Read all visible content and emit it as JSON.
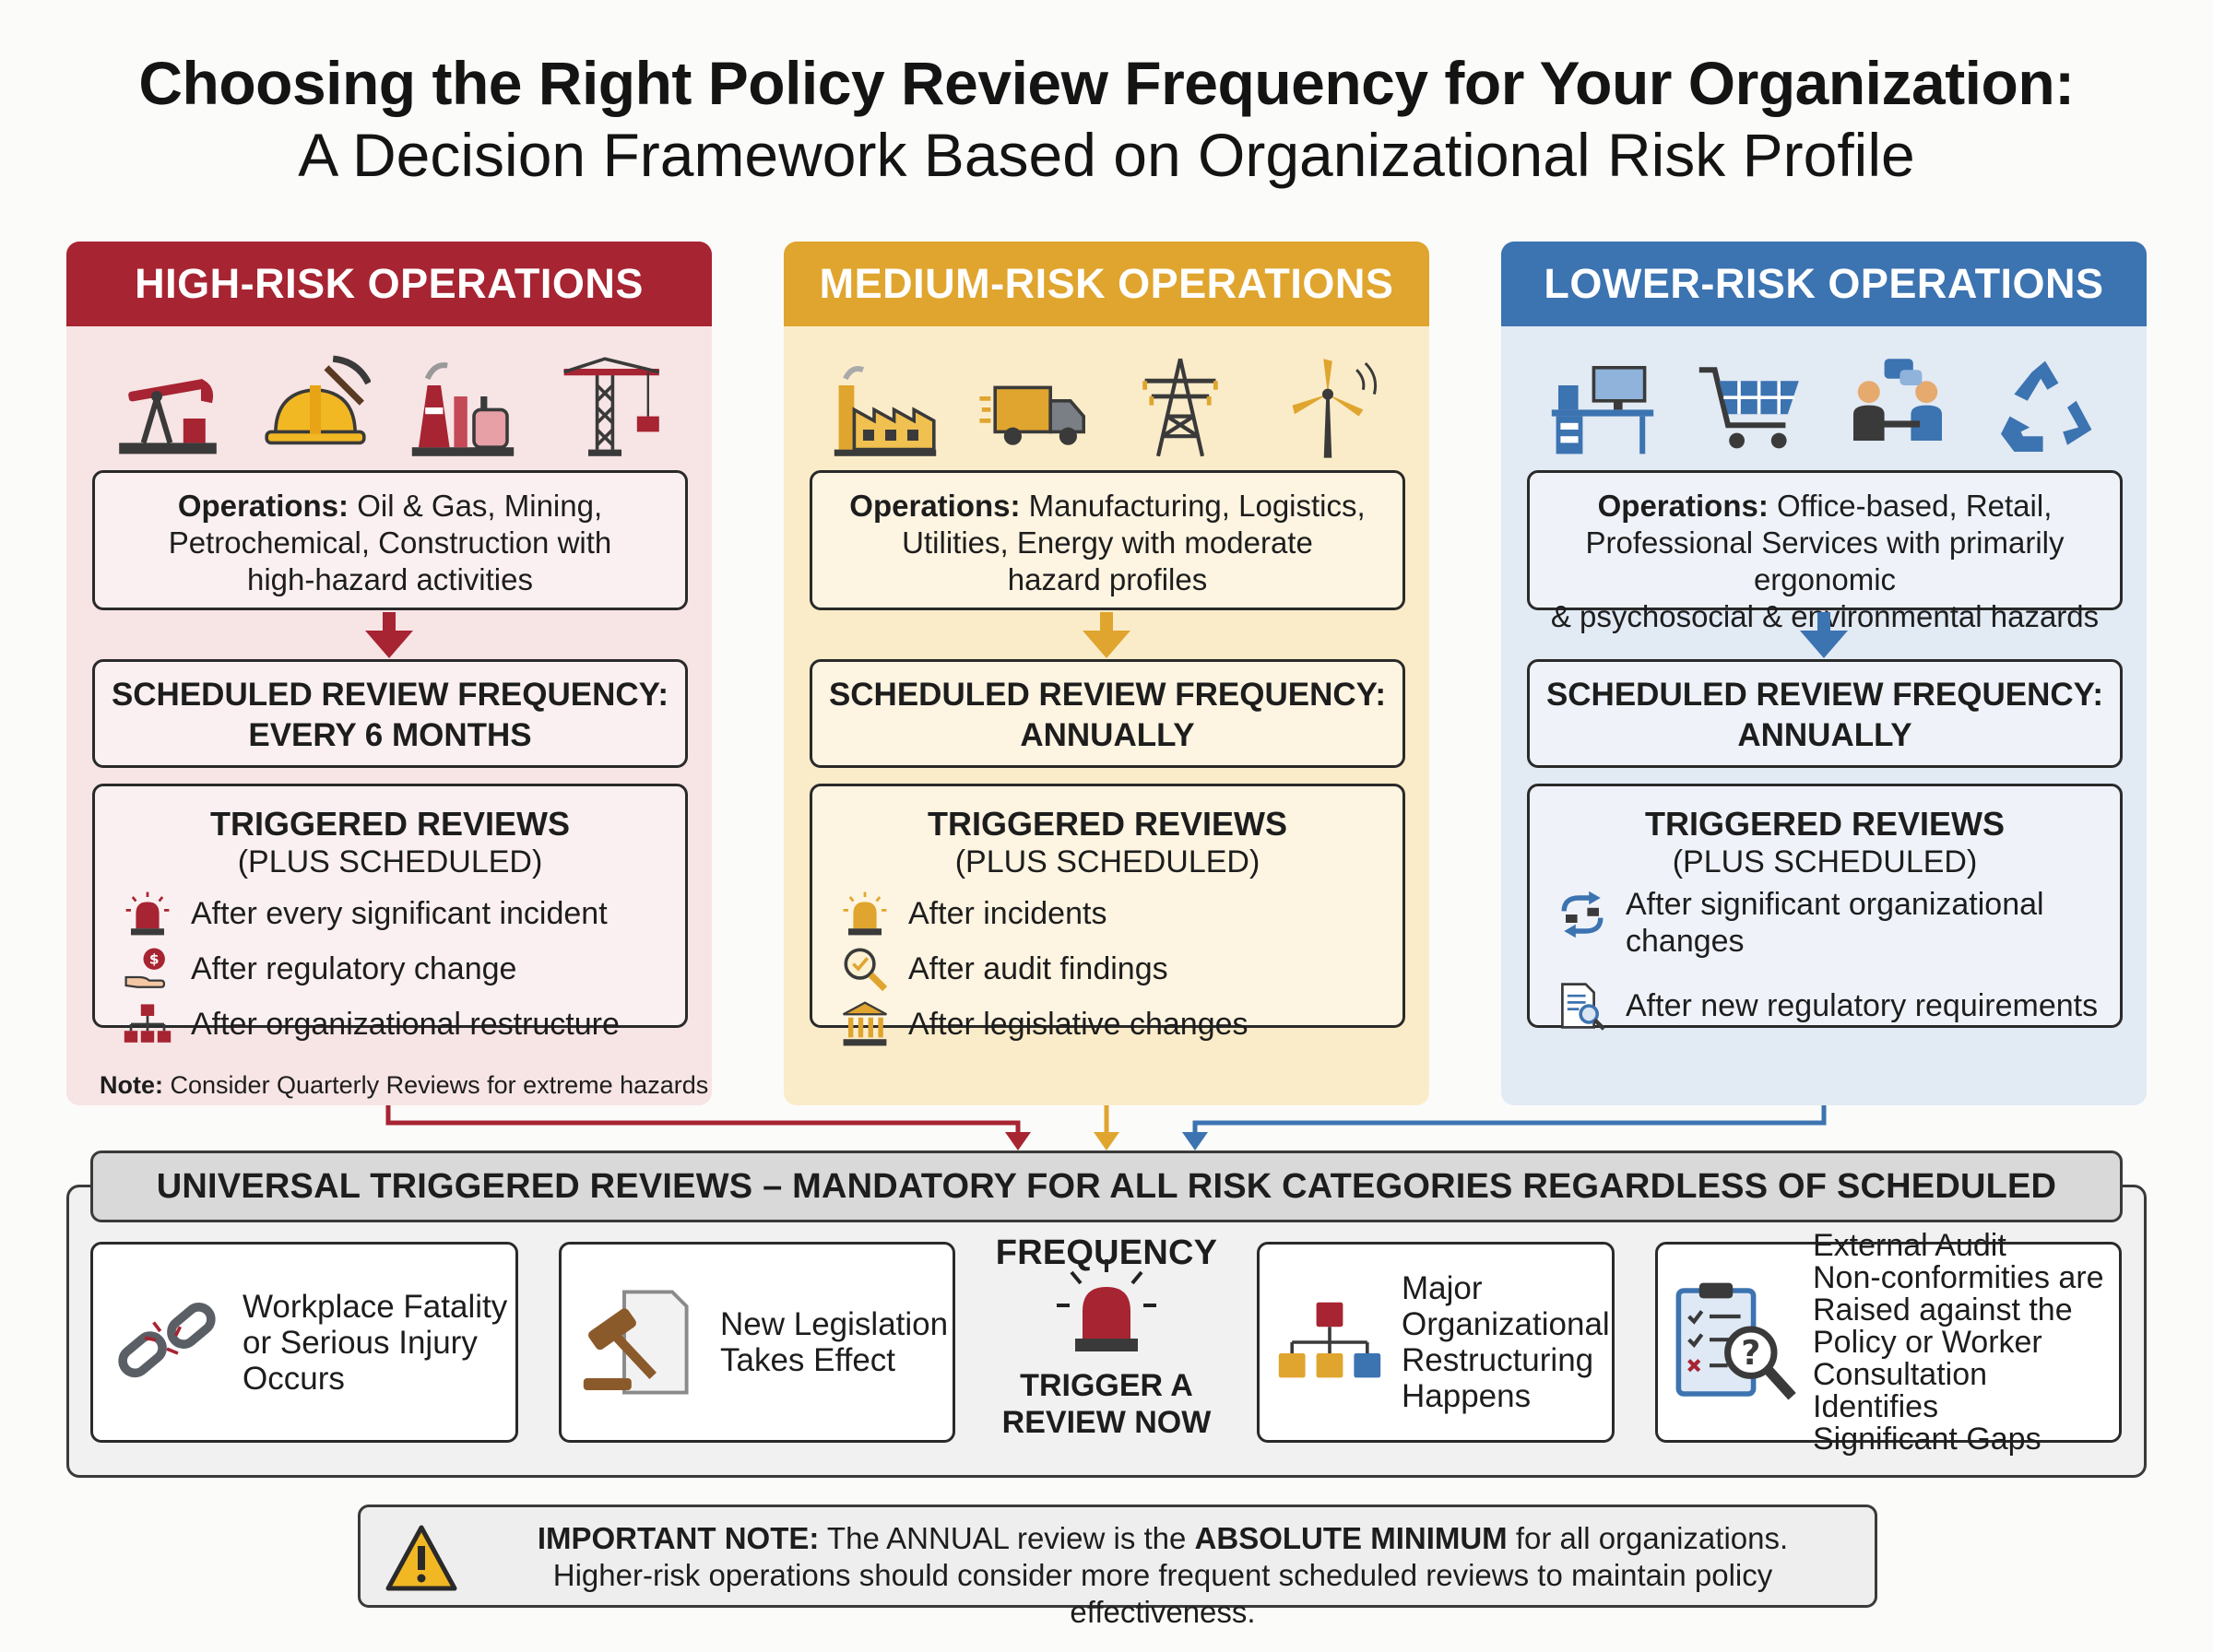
{
  "title": {
    "line1": "Choosing the Right Policy Review Frequency for Your Organization:",
    "line2": "A Decision Framework Based on Organizational Risk Profile"
  },
  "colors": {
    "high": "#a72432",
    "medium": "#e0a52e",
    "low": "#3c73b1"
  },
  "columns": {
    "high": {
      "heading": "HIGH-RISK OPERATIONS",
      "icons": [
        "oil-pump-icon",
        "hard-hat-pickaxe-icon",
        "refinery-icon",
        "crane-icon"
      ],
      "ops_label": "Operations:",
      "ops_text_1": "Oil & Gas, Mining,",
      "ops_text_2": "Petrochemical, Construction with",
      "ops_text_3": "high-hazard activities",
      "freq_1": "SCHEDULED REVIEW FREQUENCY:",
      "freq_2": "EVERY 6 MONTHS",
      "trig_title": "TRIGGERED REVIEWS",
      "trig_sub": "(PLUS SCHEDULED)",
      "triggers": [
        {
          "icon": "alarm-light-icon",
          "text": "After every significant incident"
        },
        {
          "icon": "hand-money-icon",
          "text": "After regulatory change"
        },
        {
          "icon": "org-chart-icon",
          "text": "After organizational restructure"
        }
      ],
      "note_label": "Note:",
      "note_text": " Consider Quarterly Reviews for extreme hazards"
    },
    "medium": {
      "heading": "MEDIUM-RISK OPERATIONS",
      "icons": [
        "factory-icon",
        "delivery-truck-icon",
        "power-tower-icon",
        "wind-turbine-icon"
      ],
      "ops_label": "Operations:",
      "ops_text_1": "Manufacturing, Logistics,",
      "ops_text_2": "Utilities, Energy with moderate",
      "ops_text_3": "hazard profiles",
      "freq_1": "SCHEDULED REVIEW FREQUENCY:",
      "freq_2": "ANNUALLY",
      "trig_title": "TRIGGERED REVIEWS",
      "trig_sub": "(PLUS SCHEDULED)",
      "triggers": [
        {
          "icon": "alarm-light-icon",
          "text": "After incidents"
        },
        {
          "icon": "magnifier-check-icon",
          "text": "After audit findings"
        },
        {
          "icon": "courthouse-icon",
          "text": "After legislative changes"
        }
      ]
    },
    "low": {
      "heading": "LOWER-RISK OPERATIONS",
      "icons": [
        "office-desk-icon",
        "shopping-cart-icon",
        "meeting-icon",
        "recycle-icon"
      ],
      "ops_label": "Operations:",
      "ops_text_1": "Office-based, Retail,",
      "ops_text_2": "Professional Services with primarily ergonomic",
      "ops_text_3": "& psychosocial & environmental hazards",
      "freq_1": "SCHEDULED REVIEW FREQUENCY:",
      "freq_2": "ANNUALLY",
      "trig_title": "TRIGGERED REVIEWS",
      "trig_sub": "(PLUS SCHEDULED)",
      "triggers": [
        {
          "icon": "exchange-arrows-icon",
          "text_1": "After significant organizational",
          "text_2": "changes"
        },
        {
          "icon": "document-search-icon",
          "text": "After new regulatory requirements"
        }
      ]
    }
  },
  "universal": {
    "banner": "UNIVERSAL TRIGGERED REVIEWS – MANDATORY FOR ALL RISK CATEGORIES REGARDLESS OF SCHEDULED FREQUENCY",
    "items": [
      {
        "icon": "broken-chain-icon",
        "lines": [
          "Workplace Fatality",
          "or Serious Injury",
          "Occurs"
        ]
      },
      {
        "icon": "gavel-icon",
        "lines": [
          "New Legislation",
          "Takes Effect"
        ]
      },
      {
        "icon": "org-chart-icon",
        "lines": [
          "Major",
          "Organizational",
          "Restructuring",
          "Happens"
        ]
      },
      {
        "icon": "audit-clipboard-icon",
        "lines": [
          "External Audit",
          "Non-conformities are",
          "Raised against the",
          "Policy or Worker",
          "Consultation Identifies",
          "Significant Gaps"
        ]
      }
    ],
    "trigger_1": "TRIGGER A",
    "trigger_2": "REVIEW NOW"
  },
  "important": {
    "label": "IMPORTANT NOTE:",
    "text_a": " The ANNUAL review is the ",
    "bold_b": "ABSOLUTE MINIMUM",
    "text_c": " for all organizations.",
    "line2": "Higher-risk operations should consider more frequent scheduled reviews to maintain policy effectiveness."
  }
}
